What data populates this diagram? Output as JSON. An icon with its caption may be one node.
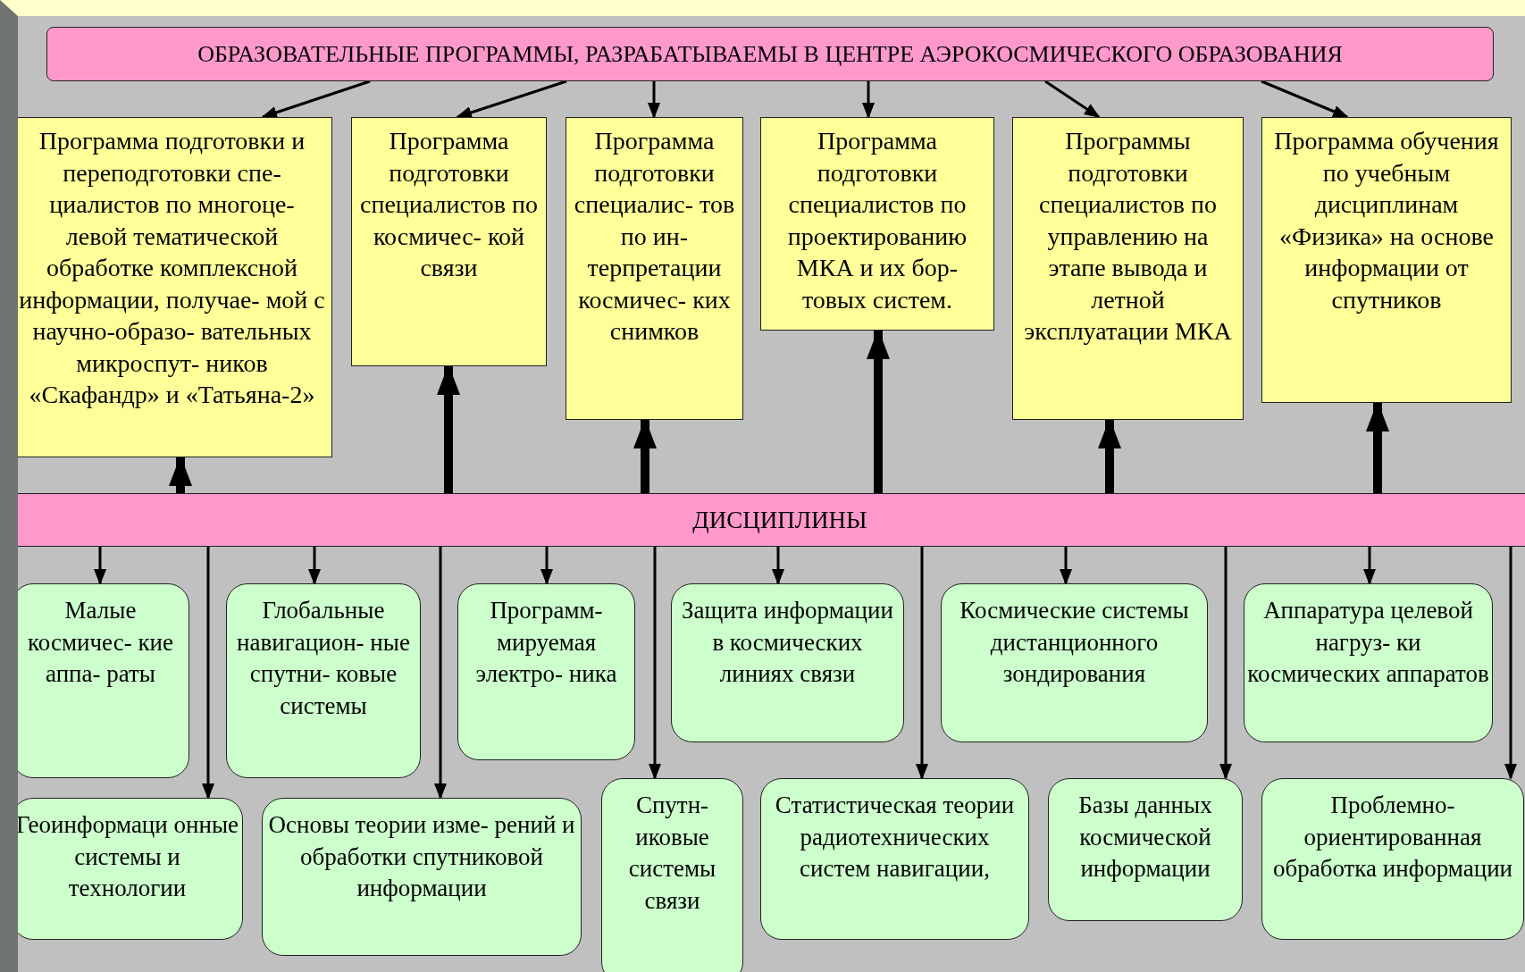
{
  "diagram": {
    "nodes": [
      {
        "text": [
          "ОБРАЗОВАТЕЛЬНЫЕ ПРОГРАММЫ, РАЗРАБАТЫВАЕМЫ В ЦЕНТРЕ АЭРОКОСМИЧЕСКОГО ОБРАЗОВАНИЯ"
        ]
      },
      {
        "text": [
          "Программа подготовки и переподготовки спе- циалистов по многоце- левой тематической обработке комплексной информации, получае- мой с научно-образо- вательных микроспут- ников «Скафандр» и «Татьяна-2»"
        ]
      },
      {
        "text": [
          "Программа подготовки специалистов по космичес- кой связи"
        ]
      },
      {
        "text": [
          "Программа подготовки специалис- тов по ин- терпретации космичес- ких снимков"
        ]
      },
      {
        "text": [
          "Программа подготовки специалистов по проектированию МКА и их бор- товых систем."
        ]
      },
      {
        "text": [
          "Программы подготовки специалистов по управлению на этапе вывода и летной эксплуатации МКА"
        ]
      },
      {
        "text": [
          "Программа обучения по учебным дисциплинам «Физика» на основе информации от спутников"
        ]
      },
      {
        "text": [
          "ДИСЦИПЛИНЫ"
        ]
      },
      {
        "text": [
          "Малые космичес- кие аппа- раты"
        ]
      },
      {
        "text": [
          "Глобальные навигацион- ные спутни- ковые системы"
        ]
      },
      {
        "text": [
          "Программ- мируемая электро- ника"
        ]
      },
      {
        "text": [
          "Защита информации в космических линиях связи"
        ]
      },
      {
        "text": [
          "Космические системы дистанционного зондирования"
        ]
      },
      {
        "text": [
          "Аппаратура целевой нагруз- ки космических аппаратов"
        ]
      },
      {
        "text": [
          "Геоинформаци онные системы и технологии"
        ]
      },
      {
        "text": [
          "Основы теории изме- рений и обработки спутниковой информации"
        ]
      },
      {
        "text": [
          "Спутн- иковые системы связи"
        ]
      },
      {
        "text": [
          "Статистическая теории радиотехнических систем навигации,"
        ]
      },
      {
        "text": [
          "Базы данных космической информации"
        ]
      },
      {
        "text": [
          "Проблемно- ориентированная обработка информации"
        ]
      }
    ],
    "edges": [
      {
        "from": 0,
        "to": 1,
        "arrow": "to"
      },
      {
        "from": 0,
        "to": 2,
        "arrow": "to"
      },
      {
        "from": 0,
        "to": 3,
        "arrow": "to"
      },
      {
        "from": 0,
        "to": 4,
        "arrow": "to"
      },
      {
        "from": 0,
        "to": 5,
        "arrow": "to"
      },
      {
        "from": 0,
        "to": 6,
        "arrow": "to"
      },
      {
        "from": 7,
        "to": 1,
        "arrow": "to",
        "style": "thick"
      },
      {
        "from": 7,
        "to": 2,
        "arrow": "to",
        "style": "thick"
      },
      {
        "from": 7,
        "to": 3,
        "arrow": "to",
        "style": "thick"
      },
      {
        "from": 7,
        "to": 4,
        "arrow": "to",
        "style": "thick"
      },
      {
        "from": 7,
        "to": 5,
        "arrow": "to",
        "style": "thick"
      },
      {
        "from": 7,
        "to": 6,
        "arrow": "to",
        "style": "thick"
      },
      {
        "from": 7,
        "to": 8,
        "arrow": "to"
      },
      {
        "from": 7,
        "to": 14,
        "arrow": "to"
      },
      {
        "from": 7,
        "to": 9,
        "arrow": "to"
      },
      {
        "from": 7,
        "to": 15,
        "arrow": "to"
      },
      {
        "from": 7,
        "to": 10,
        "arrow": "to"
      },
      {
        "from": 7,
        "to": 16,
        "arrow": "to"
      },
      {
        "from": 7,
        "to": 11,
        "arrow": "to"
      },
      {
        "from": 7,
        "to": 17,
        "arrow": "to"
      },
      {
        "from": 7,
        "to": 12,
        "arrow": "to"
      },
      {
        "from": 7,
        "to": 18,
        "arrow": "to"
      },
      {
        "from": 7,
        "to": 13,
        "arrow": "to"
      },
      {
        "from": 7,
        "to": 19,
        "arrow": "to"
      }
    ]
  }
}
